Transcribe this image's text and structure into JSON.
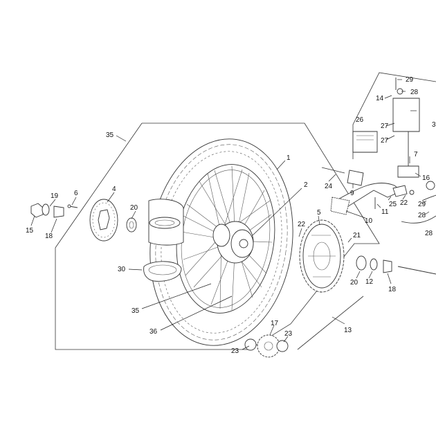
{
  "diagram": {
    "part_numbers": {
      "p1": "1",
      "p2": "2",
      "p3": "3",
      "p4": "4",
      "p5": "5",
      "p6": "6",
      "p7": "7",
      "p9": "9",
      "p10": "10",
      "p11": "11",
      "p12": "12",
      "p13": "13",
      "p14": "14",
      "p15": "15",
      "p16": "16",
      "p17": "17",
      "p18a": "18",
      "p18b": "18",
      "p19": "19",
      "p20a": "20",
      "p20b": "20",
      "p21": "21",
      "p22a": "22",
      "p22b": "22",
      "p23a": "23",
      "p23b": "23",
      "p24": "24",
      "p25": "25",
      "p26": "26",
      "p27a": "27",
      "p27b": "27",
      "p28a": "28",
      "p28b": "28",
      "p28c": "28",
      "p29a": "29",
      "p29b": "29",
      "p30": "30",
      "p35a": "35",
      "p35b": "35",
      "p36": "36"
    }
  }
}
